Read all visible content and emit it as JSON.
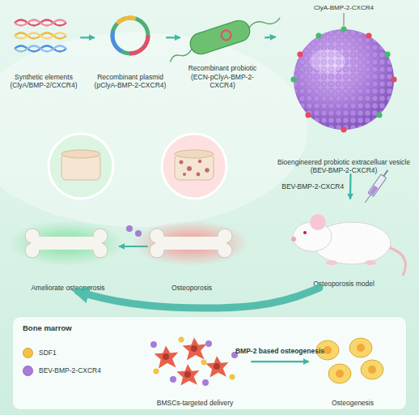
{
  "diagram": {
    "nodes": [
      {
        "text": [
          "Synthetic elements",
          "(ClyA/BMP-2/CXCR4)"
        ]
      },
      {
        "text": [
          "Recombinant plasmid",
          "(pClyA-BMP-2-CXCR4)"
        ]
      },
      {
        "text": [
          "Recombinant probiotic",
          "(ECN-pClyA-BMP-2-CXCR4)"
        ]
      },
      {
        "text": [
          "Bioengineered probiotic extracelluar vesicle",
          "(BEV-BMP-2-CXCR4)"
        ]
      },
      {
        "text": [
          "Osteoporosis model"
        ]
      },
      {
        "text": [
          "Osteoporosis"
        ]
      },
      {
        "text": [
          "Ameliorate osteoporosis"
        ]
      },
      {
        "text": [
          "Bone marrow"
        ]
      },
      {
        "text": [
          "BMSCs-targeted delivery"
        ],
        "in": 7
      },
      {
        "text": [
          "Osteogenesis"
        ],
        "in": 7
      }
    ],
    "edges": [
      {
        "from": 0,
        "to": 1,
        "arrow": "to"
      },
      {
        "from": 1,
        "to": 2,
        "arrow": "to"
      },
      {
        "from": 2,
        "to": 3,
        "arrow": "to"
      },
      {
        "from": 3,
        "to": 4,
        "label": "BEV-BMP-2-CXCR4",
        "arrow": "to"
      },
      {
        "from": 4,
        "to": 6,
        "arrow": "to"
      },
      {
        "from": 5,
        "to": 6,
        "arrow": "to"
      },
      {
        "from": 8,
        "to": 9,
        "label": "BMP-2 based osteogenesis",
        "arrow": "to"
      }
    ],
    "labels": [
      "ClyA-BMP-2-CXCR4"
    ],
    "legend": [
      {
        "text": "SDF1",
        "color": "#f5c242"
      },
      {
        "text": "BEV-BMP-2-CXCR4",
        "color": "#a77bd6"
      }
    ]
  }
}
